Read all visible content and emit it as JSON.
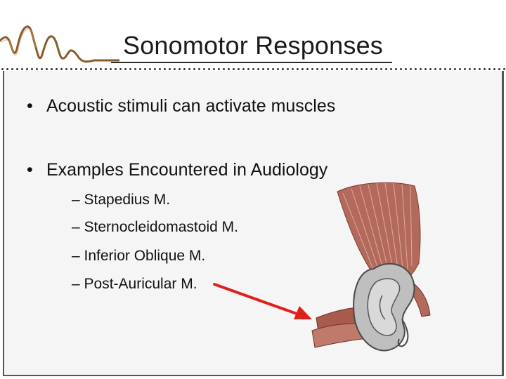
{
  "slide": {
    "title": "Sonomotor Responses",
    "bullet_marker": "•",
    "bullets": [
      {
        "text": "Acoustic stimuli can activate muscles"
      },
      {
        "text": "Examples Encountered in Audiology"
      }
    ],
    "sub_items": [
      {
        "text": "– Stapedius M."
      },
      {
        "text": "– Sternocleidomastoid M."
      },
      {
        "text": "– Inferior Oblique M."
      },
      {
        "text": "– Post-Auricular M."
      }
    ],
    "colors": {
      "wave": "#8b5a2b",
      "arrow": "#e0201a",
      "muscle": "#b36a5c",
      "cartilage": "#bfbfbf"
    },
    "icons": {
      "decor": "waveform-decoration",
      "arrow": "red-arrow",
      "illustration": "ear-muscle-illustration"
    }
  }
}
